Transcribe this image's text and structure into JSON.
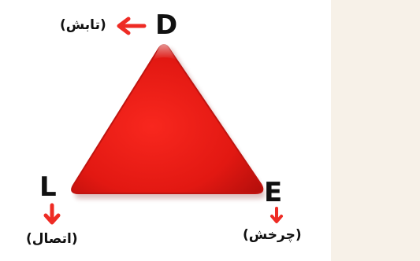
{
  "colors": {
    "triangle": "#e81c17",
    "arrow": "#ee2b24",
    "text": "#111111",
    "right_panel": "#f7f1e8",
    "left_panel": "#ffffff"
  },
  "vertices": {
    "top": {
      "letter": "D",
      "caption": "(تابش)"
    },
    "left": {
      "letter": "L",
      "caption": "(اتصال)"
    },
    "right": {
      "letter": "E",
      "caption": "(چرخش)"
    }
  }
}
